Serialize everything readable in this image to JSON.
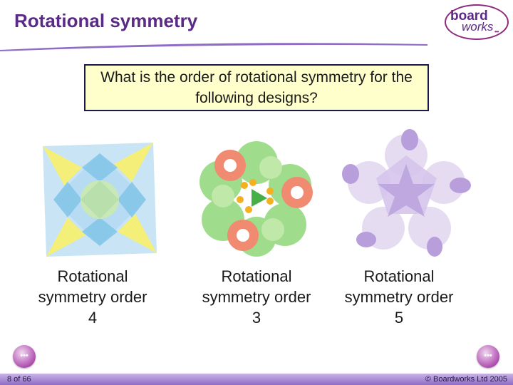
{
  "header": {
    "title": "Rotational symmetry"
  },
  "logo": {
    "word1": "board",
    "word2": "works",
    "dots": "•••"
  },
  "question": {
    "text": "What is the order of rotational symmetry for the following designs?"
  },
  "designs": [
    {
      "caption": "Rotational symmetry order 4",
      "order": 4
    },
    {
      "caption": "Rotational symmetry order 3",
      "order": 3
    },
    {
      "caption": "Rotational symmetry order 5",
      "order": 5
    }
  ],
  "navigation": {
    "prev_icon": "•••",
    "next_icon": "•••"
  },
  "footer": {
    "page": "8 of 66",
    "copyright": "© Boardworks Ltd 2005"
  },
  "colors": {
    "title": "#5b2a86",
    "question_bg": "#ffffcc",
    "footer_bar": "#a98bd6"
  }
}
